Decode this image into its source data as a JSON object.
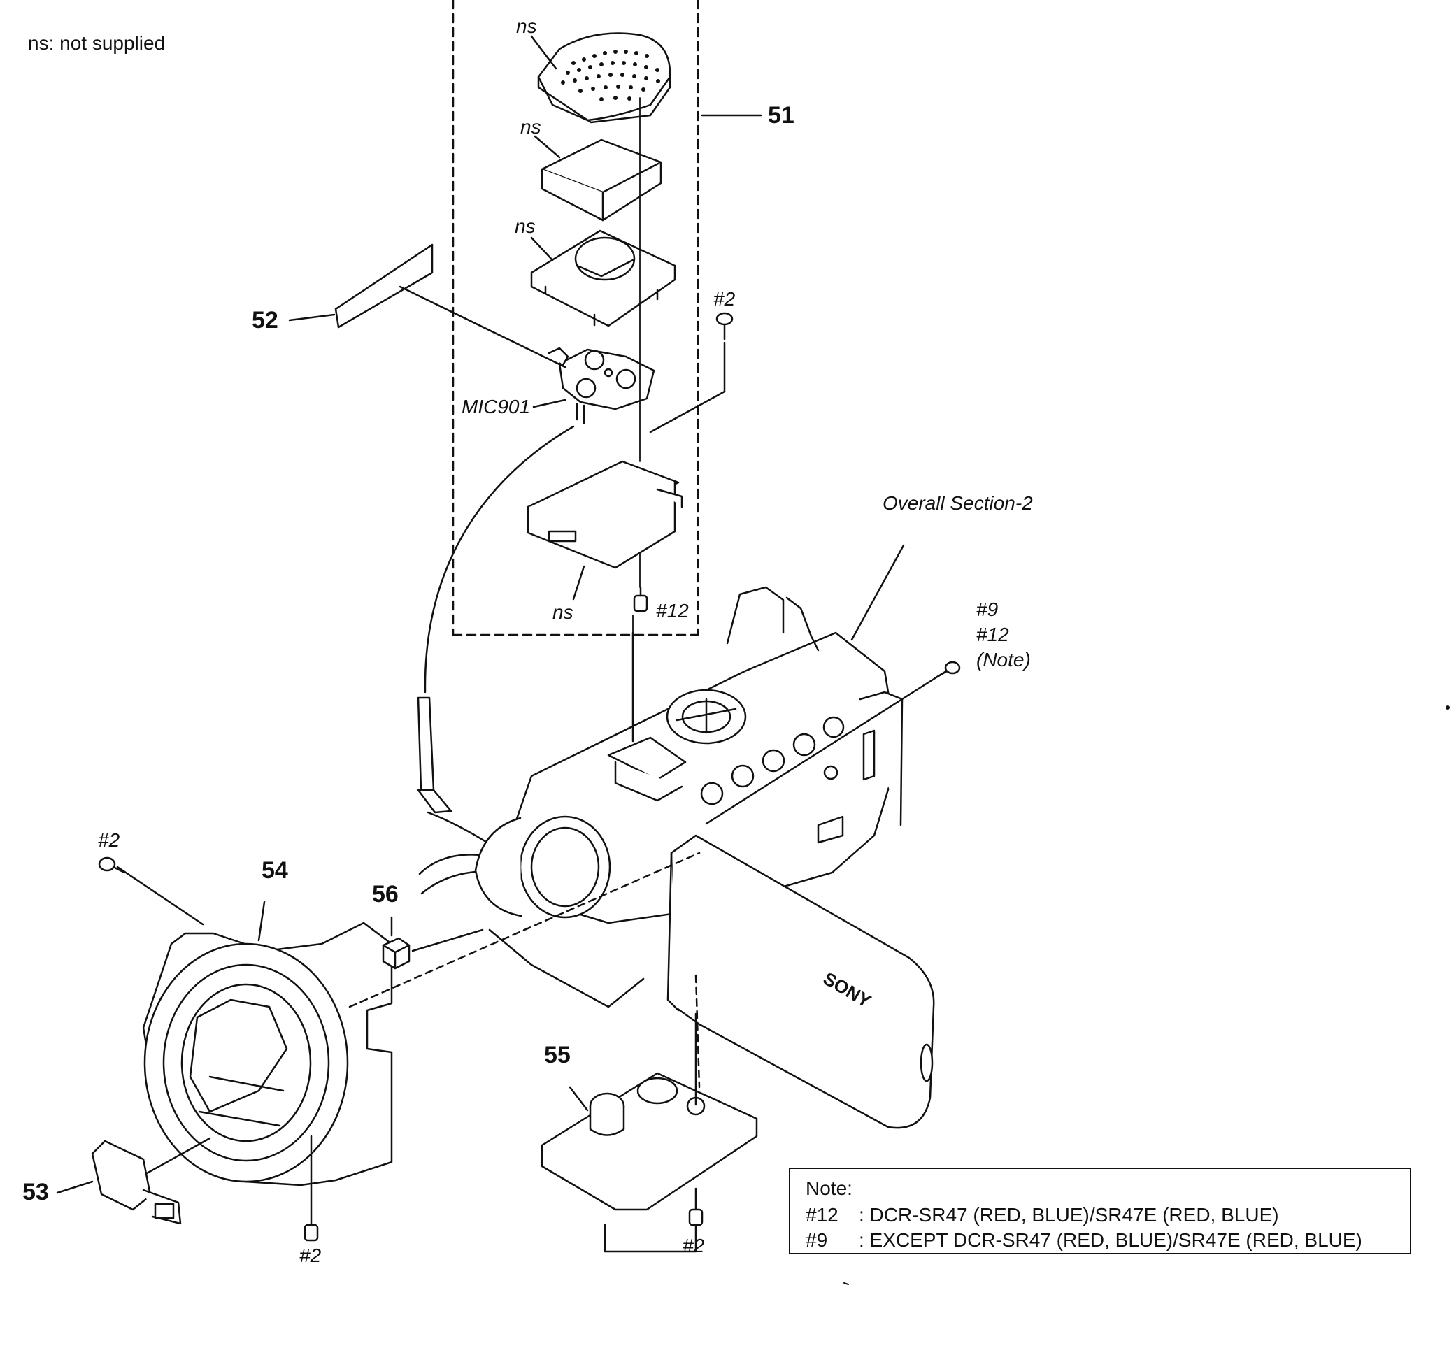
{
  "legend": "ns: not supplied",
  "labels": {
    "ns_1": "ns",
    "ns_2": "ns",
    "ns_3": "ns",
    "ns_4": "ns",
    "p51": "51",
    "p52": "52",
    "p53": "53",
    "p54": "54",
    "p55": "55",
    "p56": "56",
    "mic": "MIC901",
    "screw_2_top": "#2",
    "screw_12_mid": "#12",
    "screw_9": "#9",
    "screw_12_right": "#12",
    "note_ref": "(Note)",
    "overall": "Overall Section-2",
    "screw_2_left": "#2",
    "screw_2_bottom_left": "#2",
    "screw_2_bottom_mid": "#2",
    "brand": "SONY"
  },
  "note": {
    "title": "Note:",
    "rows": [
      {
        "ref": "#12",
        "text": ": DCR-SR47 (RED, BLUE)/SR47E (RED, BLUE)"
      },
      {
        "ref": "#9",
        "text": ":  EXCEPT DCR-SR47 (RED, BLUE)/SR47E (RED, BLUE)"
      }
    ]
  }
}
